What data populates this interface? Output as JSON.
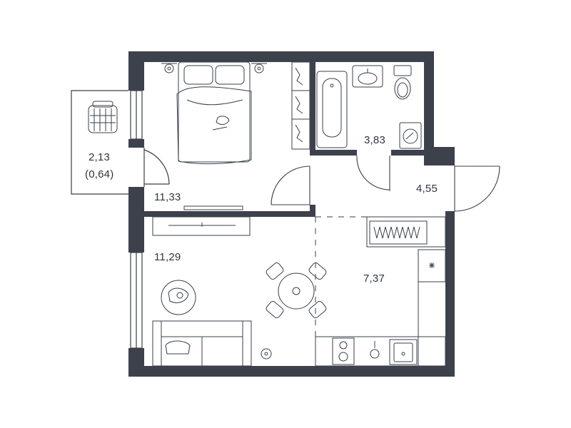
{
  "colors": {
    "wall": "#3c414b",
    "line": "#3a3f48",
    "background": "#ffffff"
  },
  "rooms": [
    {
      "id": "balcony",
      "area": "2,13",
      "sub_area": "(0,64)"
    },
    {
      "id": "bedroom",
      "area": "11,33"
    },
    {
      "id": "bathroom",
      "area": "3,83"
    },
    {
      "id": "hallway",
      "area": "4,55"
    },
    {
      "id": "living-room",
      "area": "11,29"
    },
    {
      "id": "kitchen",
      "area": "7,37"
    }
  ],
  "icons": [
    "bed-icon",
    "bathtub-icon",
    "toilet-icon",
    "sink-icon",
    "washing-machine-icon",
    "wardrobe-icon",
    "tv-icon",
    "dining-table-icon",
    "sofa-icon",
    "rug-icon",
    "stove-icon",
    "kitchen-sink-icon",
    "laundry-basket-icon",
    "door-icon"
  ]
}
